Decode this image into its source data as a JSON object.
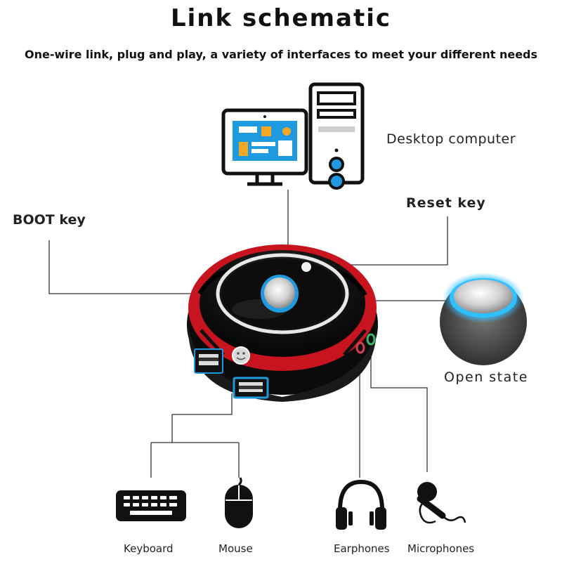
{
  "title": "Link schematic",
  "subtitle": "One-wire link, plug and play, a variety of interfaces to meet your different needs",
  "labels": {
    "desktop": "Desktop computer",
    "reset": "Reset key",
    "boot": "BOOT key",
    "open_state": "Open state",
    "keyboard": "Keyboard",
    "mouse": "Mouse",
    "earphones": "Earphones",
    "microphones": "Microphones"
  },
  "icons": [
    "monitor-icon",
    "pc-tower-icon",
    "keyboard-icon",
    "mouse-icon",
    "headphones-icon",
    "microphone-icon"
  ],
  "colors": {
    "device_red": "#c8141e",
    "device_black": "#111111",
    "accent_blue": "#1e9be0",
    "screen_orange": "#f5a623",
    "line": "#333333"
  }
}
